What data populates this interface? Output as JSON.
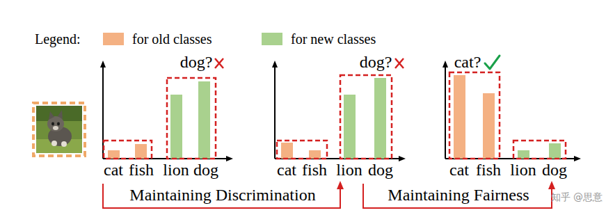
{
  "diagram": {
    "labels": [
      "Legend:",
      "dog?",
      "dog?",
      "cat?",
      "cat",
      "fish",
      "lion",
      "dog",
      "cat",
      "fish",
      "lion",
      "dog",
      "cat",
      "fish",
      "lion",
      "dog",
      "Maintaining Discrimination",
      "Maintaining Fairness",
      "知乎 @思意"
    ],
    "legend": [
      {
        "text": "for old classes",
        "color": "#f4b183"
      },
      {
        "text": "for new classes",
        "color": "#a9d18e"
      }
    ]
  }
}
